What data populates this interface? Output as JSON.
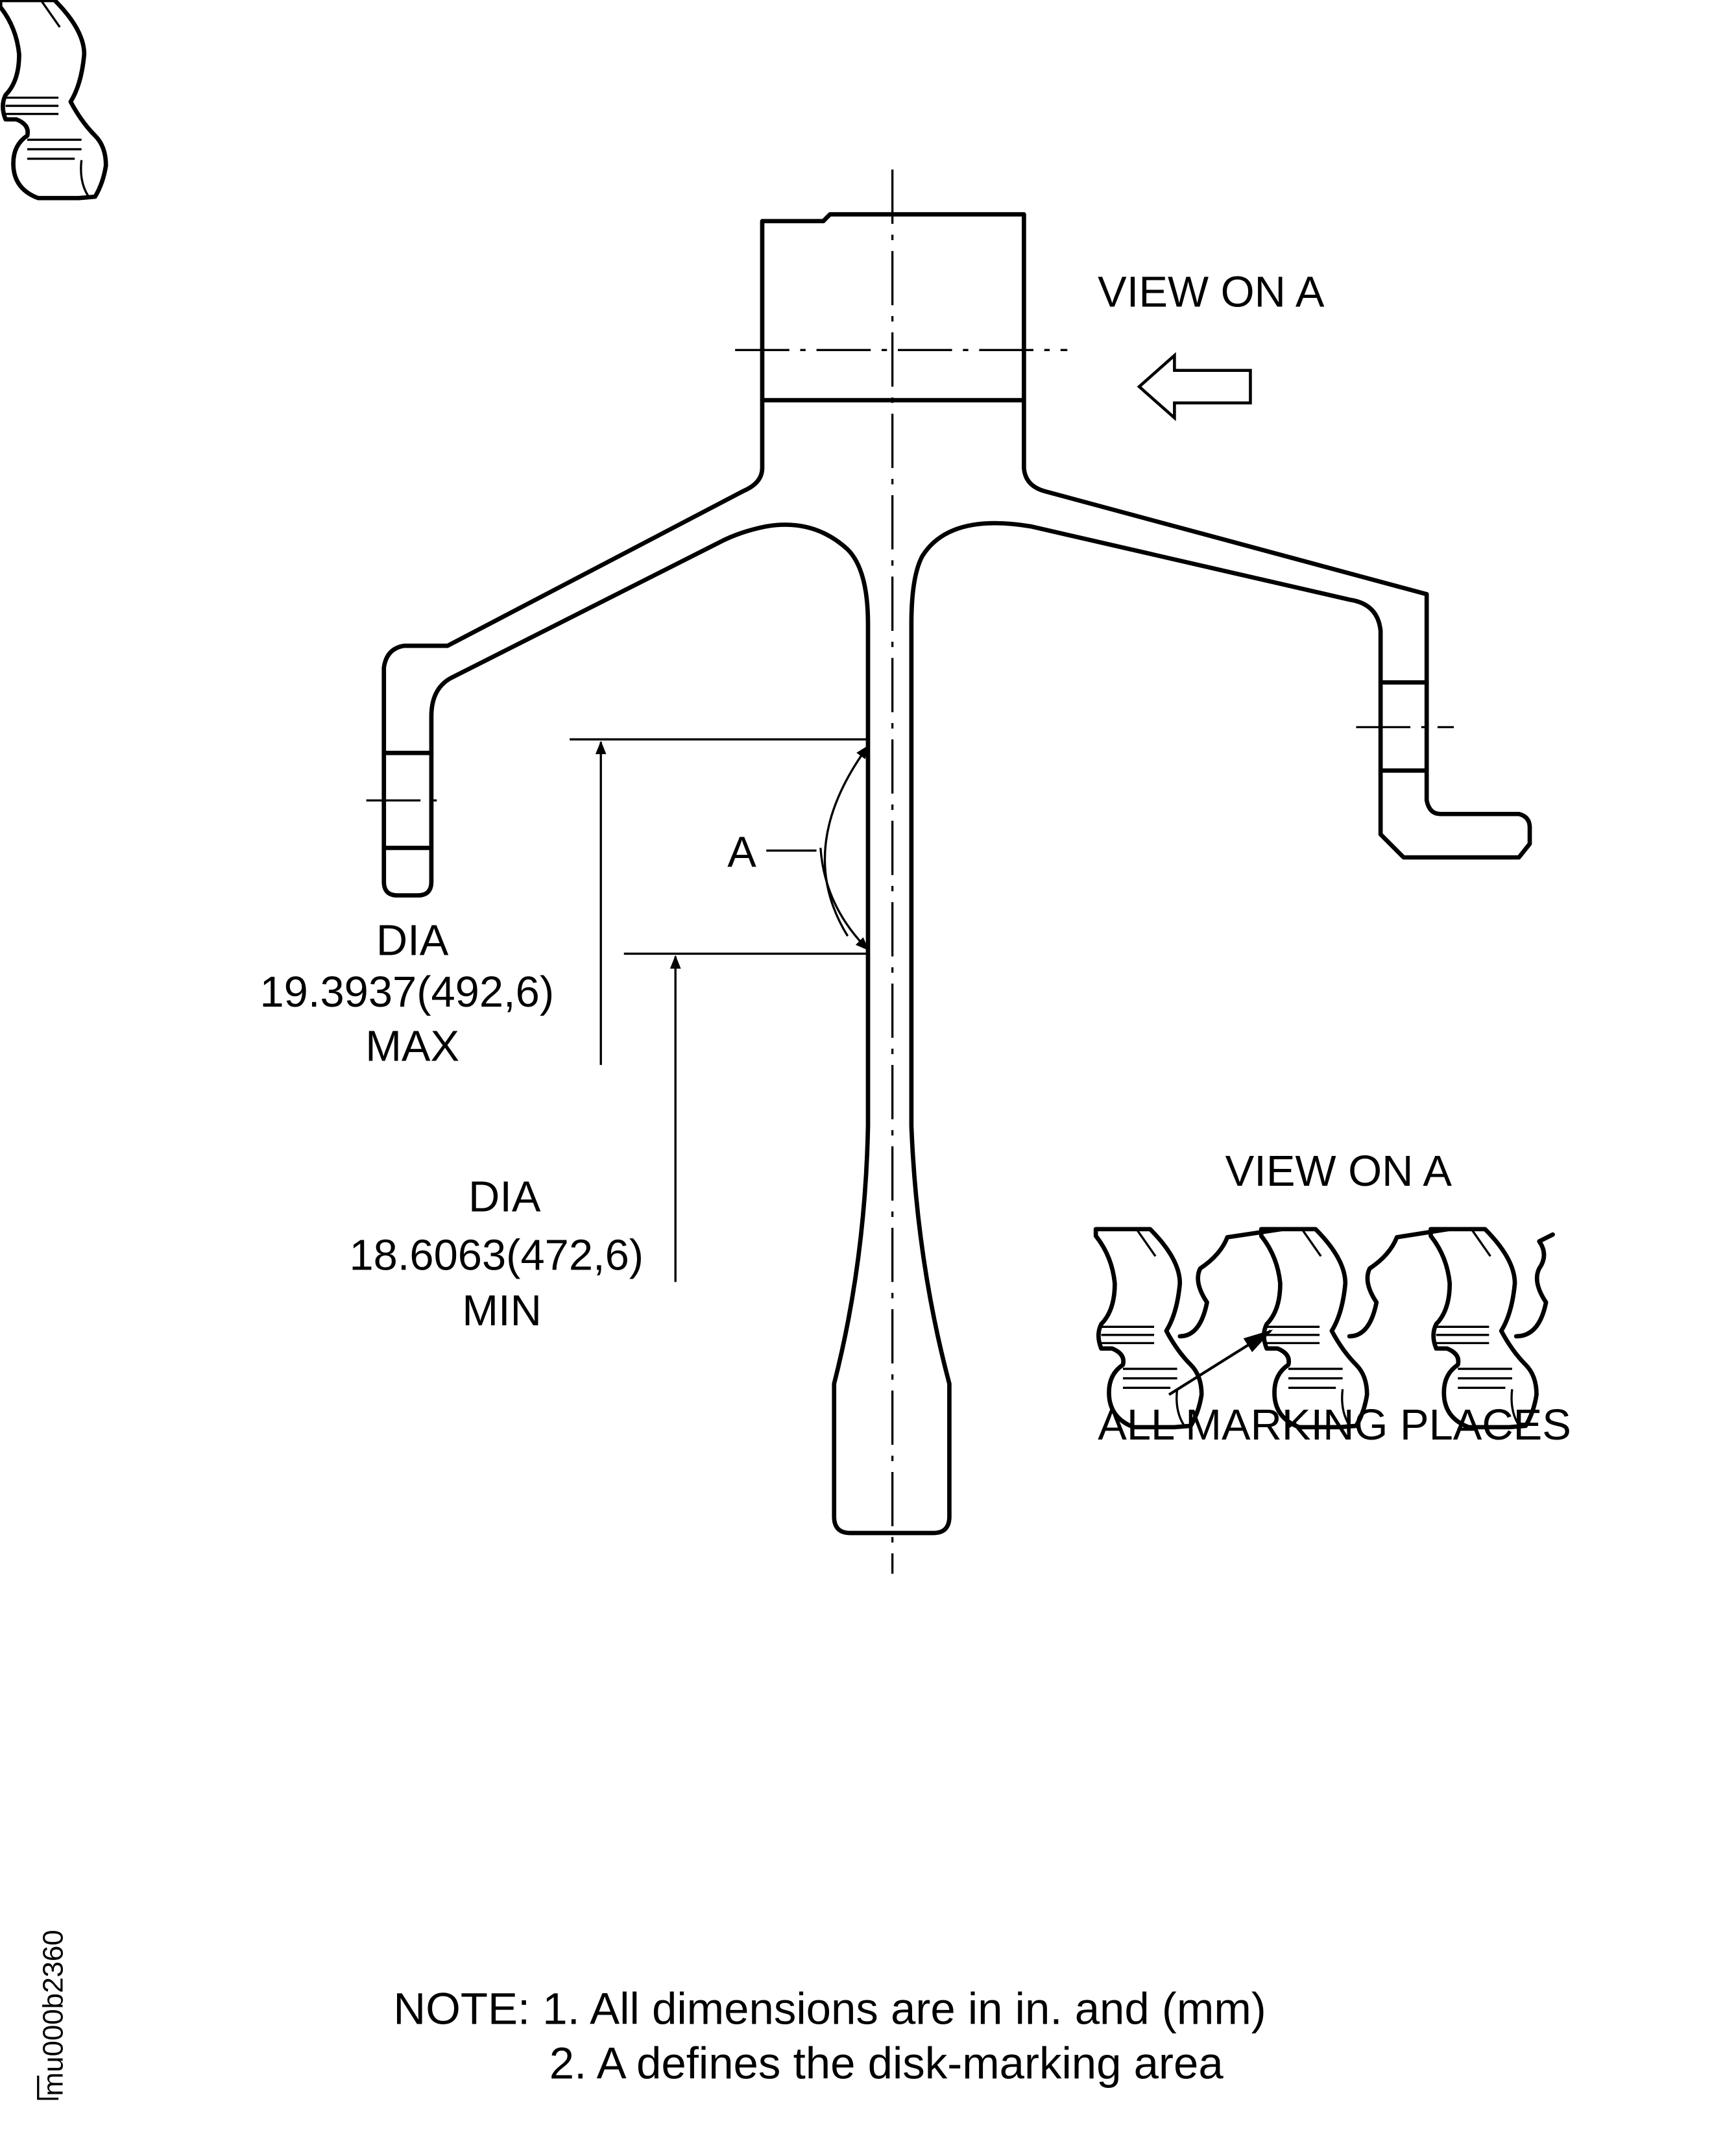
{
  "drawing_id": "mu000b2360",
  "view_on_a_label": "VIEW ON A",
  "max_dimension": {
    "prefix": "DIA",
    "value": "19.3937(492,6)",
    "suffix": "MAX"
  },
  "min_dimension": {
    "prefix": "DIA",
    "value": "18.6063(472,6)",
    "suffix": "MIN"
  },
  "area_label": "A",
  "detail_view": {
    "title": "VIEW ON A",
    "callout": "ALL MARKING PLACES"
  },
  "notes": {
    "line1": "NOTE: 1. All dimensions are in in. and (mm)",
    "line2": "2. A defines the disk-marking area"
  }
}
